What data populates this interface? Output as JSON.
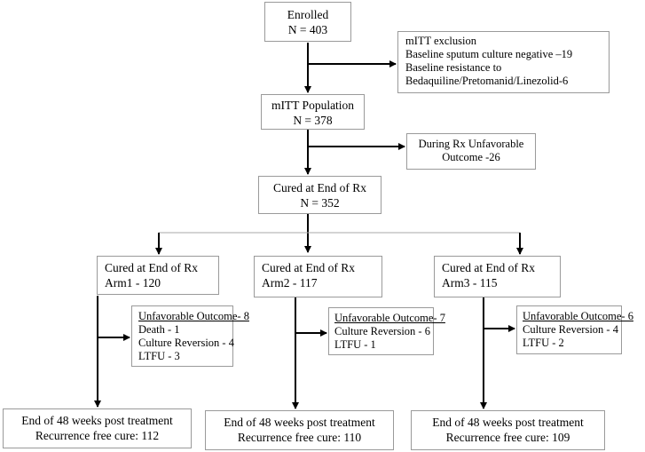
{
  "enrolled": {
    "title": "Enrolled",
    "count": "N = 403"
  },
  "mitt_exclusion": {
    "lines": [
      "mITT exclusion",
      "Baseline sputum culture negative –19",
      "Baseline resistance to",
      "Bedaquiline/Pretomanid/Linezolid-6"
    ]
  },
  "mitt_population": {
    "title": "mITT Population",
    "count": "N = 378"
  },
  "during_rx": {
    "line1": "During Rx Unfavorable",
    "line2": "Outcome -26"
  },
  "cured_end": {
    "title": "Cured at End of Rx",
    "count": "N = 352"
  },
  "arms": [
    {
      "cured_title": "Cured at End of Rx",
      "cured_count": "Arm1 - 120",
      "unfavorable_heading": "Unfavorable Outcome- 8",
      "unfavorable_lines": [
        "Death - 1",
        "Culture Reversion - 4",
        "LTFU - 3"
      ],
      "end_title": "End of 48 weeks post treatment",
      "end_result": "Recurrence free cure: 112"
    },
    {
      "cured_title": "Cured at End of Rx",
      "cured_count": "Arm2 - 117",
      "unfavorable_heading": "Unfavorable Outcome- 7",
      "unfavorable_lines": [
        " Culture Reversion - 6",
        " LTFU - 1"
      ],
      "end_title": "End of 48 weeks post treatment",
      "end_result": "Recurrence free cure: 110"
    },
    {
      "cured_title": "Cured at End of Rx",
      "cured_count": "Arm3 - 115",
      "unfavorable_heading": "Unfavorable Outcome- 6",
      "unfavorable_lines": [
        "Culture Reversion - 4",
        "LTFU - 2"
      ],
      "end_title": "End of 48 weeks post treatment",
      "end_result": "Recurrence free cure: 109"
    }
  ]
}
